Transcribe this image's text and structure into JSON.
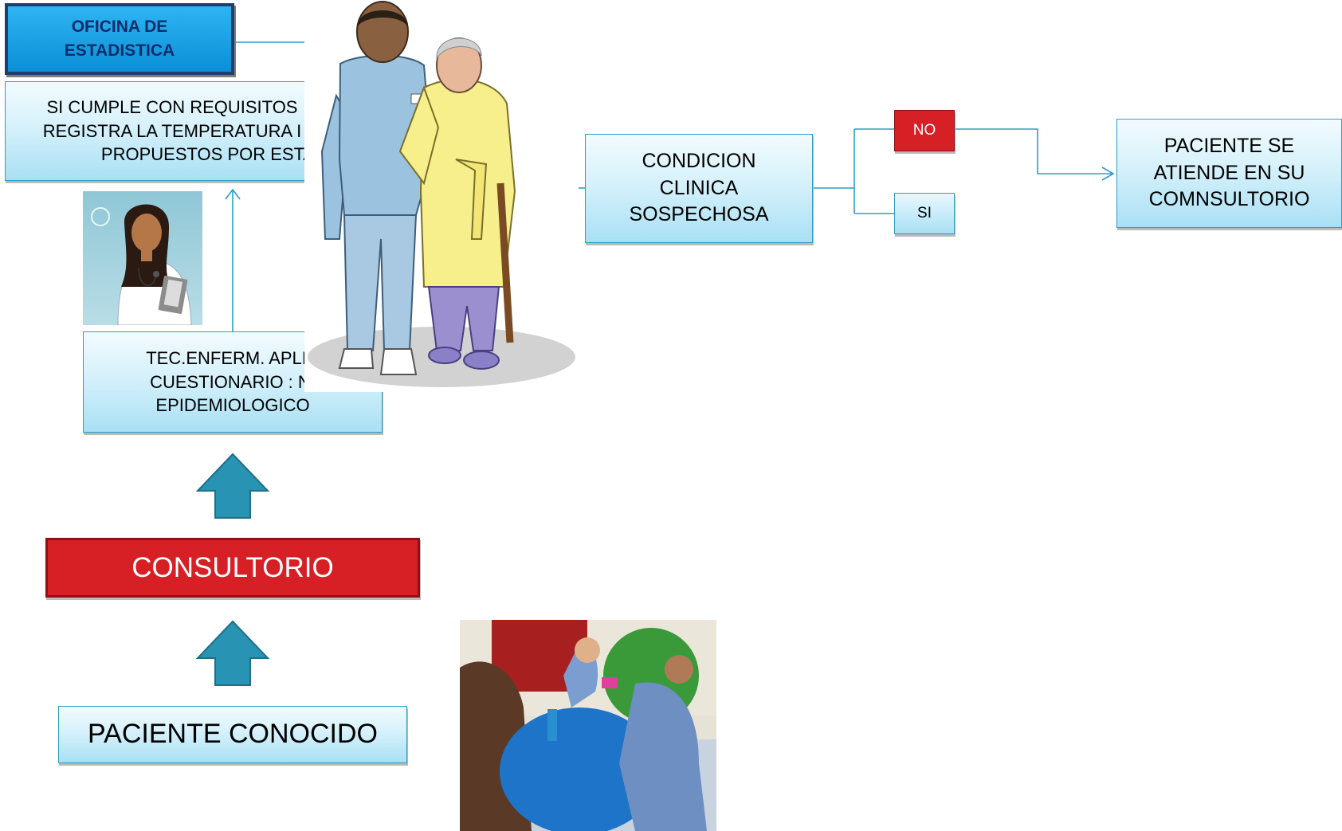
{
  "oficina": {
    "line1": "OFICINA DE",
    "line2": "ESTADISTICA"
  },
  "requisitos": {
    "line1": "SI CUMPLE CON REQUISITOS",
    "line2": "REGISTRA LA TEMPERATURA I",
    "line3": "PROPUESTOS POR ESTA"
  },
  "tecnico": {
    "line1": "TEC.ENFERM. APLIC",
    "line2": "CUESTIONARIO : NI",
    "line3": "EPIDEMIOLOGICO"
  },
  "condicion": {
    "line1": "CONDICION",
    "line2": "CLINICA",
    "line3": "SOSPECHOSA"
  },
  "branch": {
    "no": "NO",
    "si": "SI"
  },
  "paciente_se": {
    "line1": "PACIENTE SE",
    "line2": "ATIENDE EN SU",
    "line3": "COMNSULTORIO"
  },
  "consultorio": "CONSULTORIO",
  "paciente_conocido": "PACIENTE CONOCIDO",
  "colors": {
    "box_border": "#2c9ec5",
    "red": "#d71f26",
    "oficina_fill": "#1aa3e8",
    "arrow": "#2993b4"
  }
}
